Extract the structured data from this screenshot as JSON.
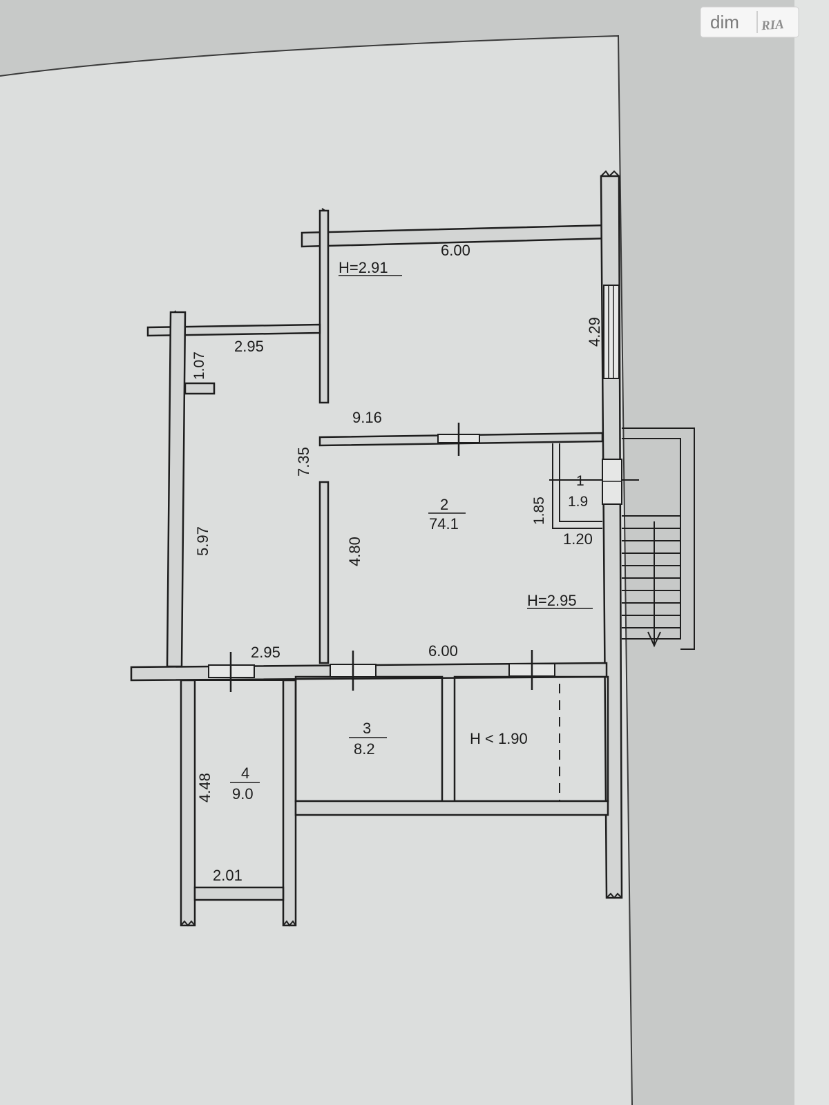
{
  "watermark": {
    "text1": "dim",
    "text2": "RIA"
  },
  "plan": {
    "height_top": "H=2.91",
    "height_main": "H=2.95",
    "height_low": "H < 1.90",
    "dims": {
      "top_width": "6.00",
      "right_upper": "4.29",
      "left_small": "1.07",
      "left_top": "2.95",
      "partition": "9.16",
      "left_total": "7.35",
      "left_room": "5.97",
      "mid_wall": "4.80",
      "left_bottom": "2.95",
      "main_bottom": "6.00",
      "closet_h": "1.85",
      "closet_w": "1.20",
      "room4_h": "4.48",
      "room4_w": "2.01"
    },
    "rooms": [
      {
        "num": "1",
        "area": "1.9"
      },
      {
        "num": "2",
        "area": "74.1"
      },
      {
        "num": "3",
        "area": "8.2"
      },
      {
        "num": "4",
        "area": "9.0"
      }
    ]
  }
}
